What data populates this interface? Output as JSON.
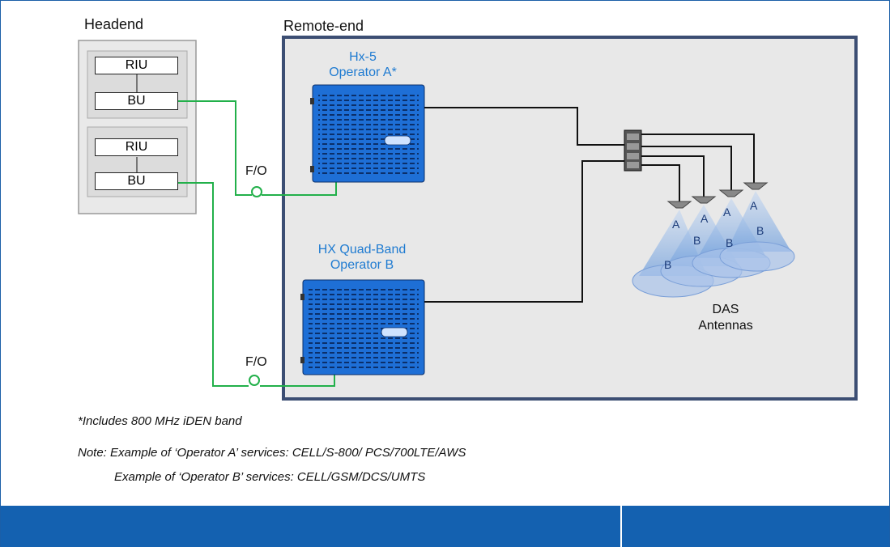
{
  "headend_title": "Headend",
  "remote_title": "Remote-end",
  "riu_label": "RIU",
  "bu_label": "BU",
  "fo_label": "F/O",
  "hx5": {
    "line1": "Hx-5",
    "line2": "Operator A*"
  },
  "hxquad": {
    "line1": "HX Quad-Band",
    "line2": "Operator B"
  },
  "das": {
    "line1": "DAS",
    "line2": "Antennas"
  },
  "antenna_labels": {
    "a": "A",
    "b": "B"
  },
  "footnote": "*Includes 800 MHz iDEN band",
  "note_a": "Note: Example of ‘Operator A’ services:  CELL/S-800/ PCS/700LTE/AWS",
  "note_b": "Example of ‘Operator B’ services:  CELL/GSM/DCS/UMTS",
  "colors": {
    "fiber": "#22b04a",
    "unit_blue": "#1e6fd6",
    "footer": "#1461b0",
    "panel": "#e9e9e9"
  }
}
